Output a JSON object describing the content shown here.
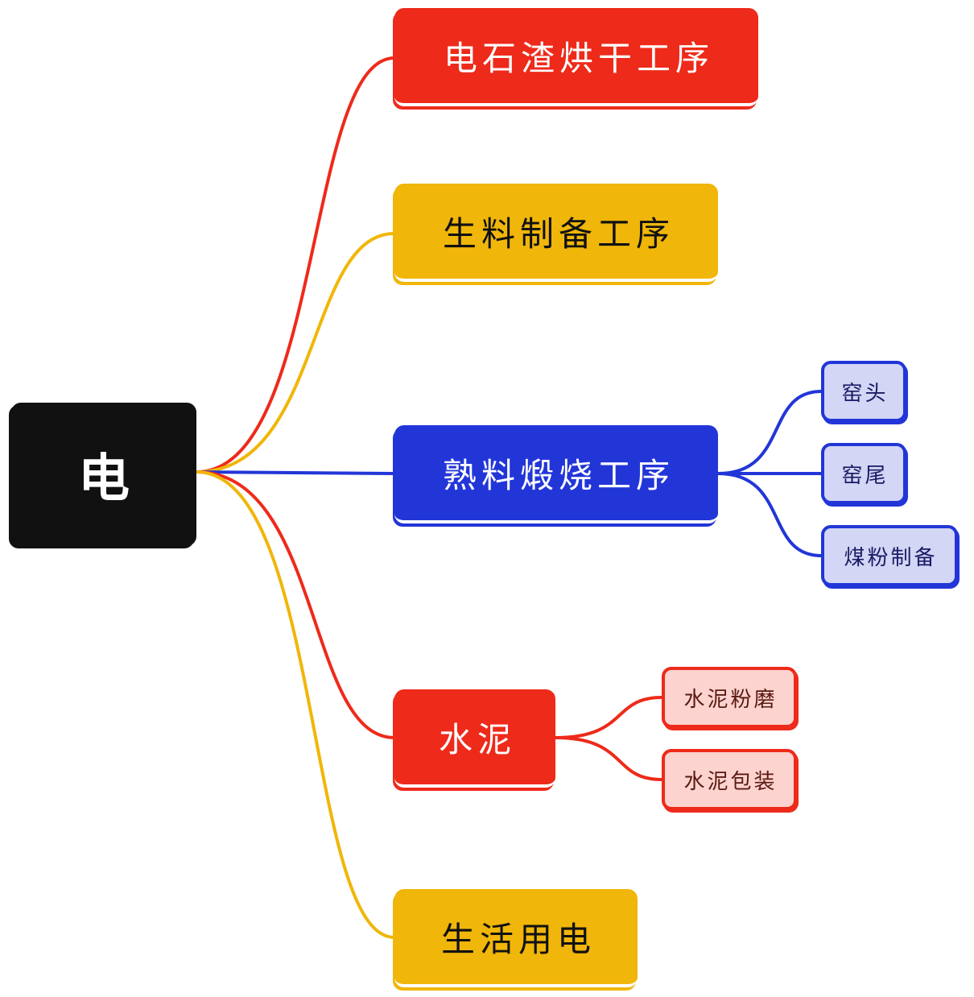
{
  "root": {
    "label": "电"
  },
  "branches": [
    {
      "label": "电石渣烘干工序",
      "color": "#ee2a1a"
    },
    {
      "label": "生料制备工序",
      "color": "#f0b609"
    },
    {
      "label": "熟料煅烧工序",
      "color": "#2236d8",
      "children": [
        "窑头",
        "窑尾",
        "煤粉制备"
      ]
    },
    {
      "label": "水泥",
      "color": "#ee2a1a",
      "children": [
        "水泥粉磨",
        "水泥包装"
      ]
    },
    {
      "label": "生活用电",
      "color": "#f0b609"
    }
  ]
}
